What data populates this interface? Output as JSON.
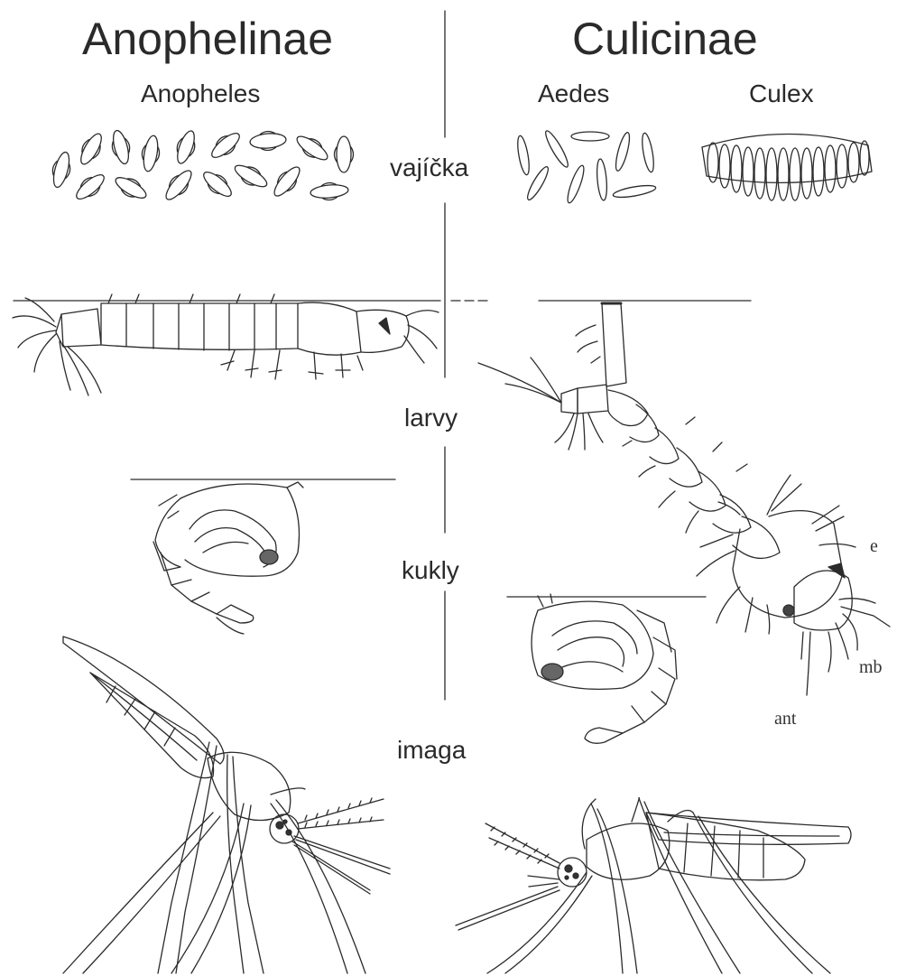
{
  "groups": {
    "left_title": "Anophelinae",
    "right_title": "Culicinae"
  },
  "genera": {
    "anopheles": "Anopheles",
    "aedes": "Aedes",
    "culex": "Culex"
  },
  "stages": {
    "eggs": "vajíčka",
    "larvae": "larvy",
    "pupae": "kukly",
    "adults": "imaga"
  },
  "annotations": {
    "e": "e",
    "mb": "mb",
    "ant": "ant"
  }
}
